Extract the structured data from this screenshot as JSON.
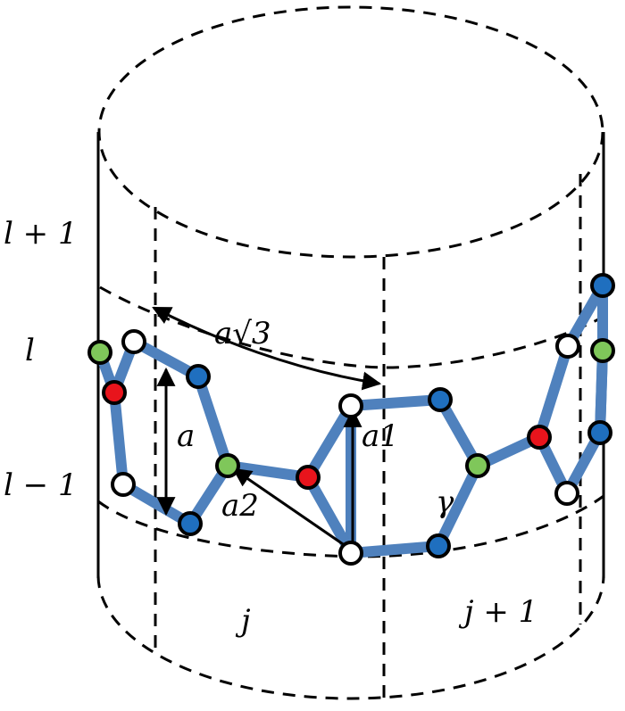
{
  "labels": {
    "row_upper": "l + 1",
    "row_mid": "l",
    "row_lower": "l − 1",
    "col_left": "j",
    "col_right": "j + 1",
    "chiral_length": "a√3",
    "lattice_const": "a",
    "vec_a1": "a1",
    "vec_a2": "a2",
    "angle": "γ"
  },
  "colors": {
    "bond": "#4f81bd",
    "atom_blue": "#1f6fbf",
    "atom_red": "#e8141c",
    "atom_green": "#7fc75a",
    "atom_white": "#ffffff",
    "outline": "#000000"
  }
}
